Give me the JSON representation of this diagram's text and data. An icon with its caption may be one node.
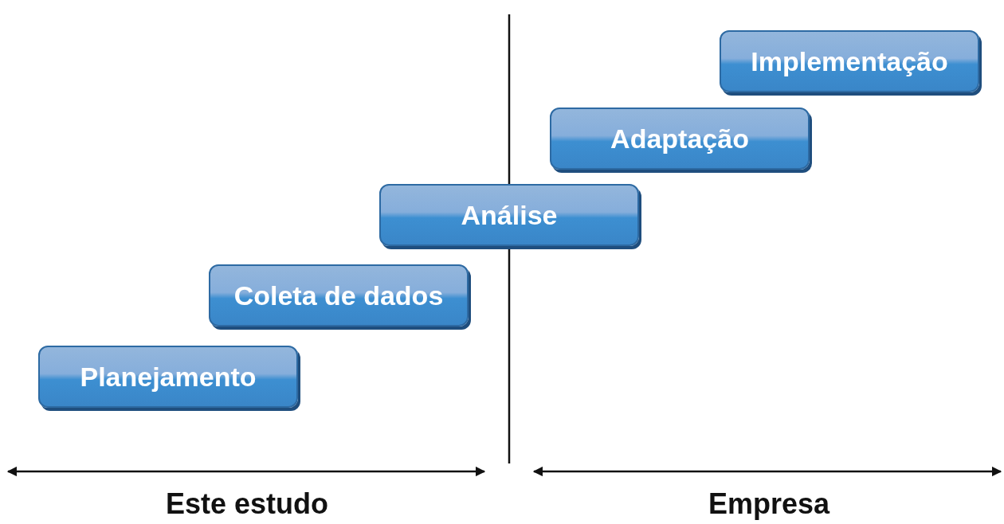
{
  "diagram": {
    "nodes": [
      {
        "text": [
          "Planejamento"
        ]
      },
      {
        "text": [
          "Coleta de dados"
        ]
      },
      {
        "text": [
          "Análise"
        ]
      },
      {
        "text": [
          "Adaptação"
        ]
      },
      {
        "text": [
          "Implementação"
        ]
      }
    ],
    "labels": [
      "Este estudo",
      "Empresa"
    ]
  }
}
